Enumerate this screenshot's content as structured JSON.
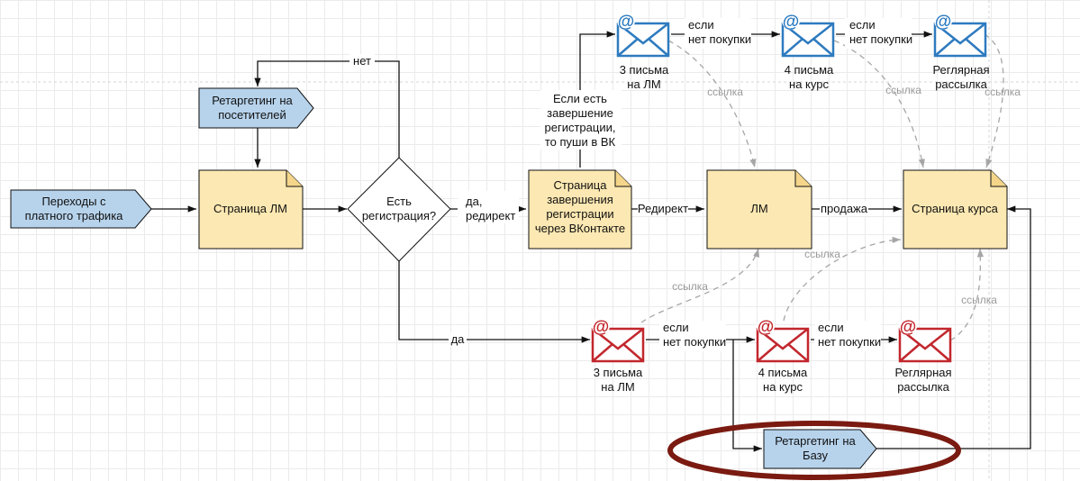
{
  "colors": {
    "page_fill": "#fce8b2",
    "page_stroke": "#111111",
    "tag_fill": "#b7d3ec",
    "email_blue": "#2e7bbf",
    "email_red": "#c2272d",
    "highlight_ellipse": "#7a1a10",
    "link_gray": "#a6a6a6"
  },
  "nodes": {
    "traffic": [
      "Переходы с",
      "платного трафика"
    ],
    "retarget_visitors": [
      "Ретаргетинг на",
      "посетителей"
    ],
    "page_lm": [
      "Страница ЛМ"
    ],
    "decision": [
      "Есть",
      "регистрация?"
    ],
    "reg_complete": [
      "Страница",
      "завершения",
      "регистрации",
      "через ВКонтакте"
    ],
    "lm": [
      "ЛМ"
    ],
    "course": [
      "Страница курса"
    ],
    "retarget_base": [
      "Ретаргетинг на",
      "Базу"
    ]
  },
  "emails_top": [
    {
      "icon": "email-icon",
      "label": [
        "3 письма",
        "на ЛМ"
      ]
    },
    {
      "icon": "email-icon",
      "label": [
        "4 письма",
        "на курс"
      ]
    },
    {
      "icon": "email-icon",
      "label": [
        "Реглярная",
        "рассылка"
      ]
    }
  ],
  "emails_bottom": [
    {
      "icon": "email-icon",
      "label": [
        "3 письма",
        "на ЛМ"
      ]
    },
    {
      "icon": "email-icon",
      "label": [
        "4 письма",
        "на курс"
      ]
    },
    {
      "icon": "email-icon",
      "label": [
        "Реглярная",
        "рассылка"
      ]
    }
  ],
  "edge_labels": {
    "no": "нет",
    "yes_redirect": [
      "да,",
      "редирект"
    ],
    "yes": "да",
    "push_vk": [
      "Если есть",
      "завершение",
      "регистрации,",
      "то пуши в ВК"
    ],
    "redirect": "Редирект",
    "sale": "продажа",
    "if_no_purchase": [
      "если",
      "нет покупки"
    ],
    "link": "ссылка"
  }
}
